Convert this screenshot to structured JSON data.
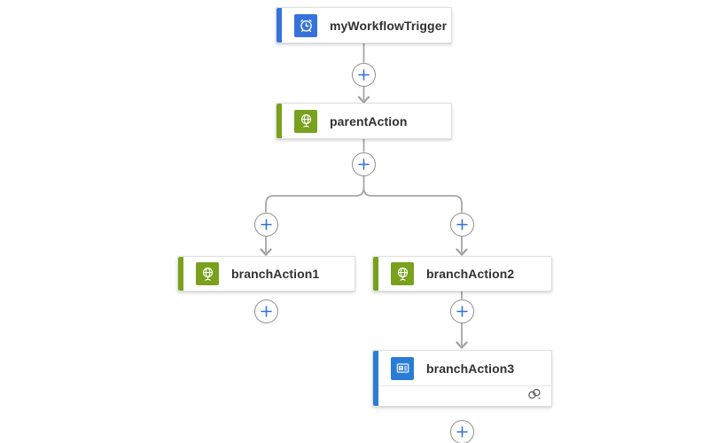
{
  "app": {
    "name": "workflow designer canvas",
    "background": "#ffffff"
  },
  "colors": {
    "connector_line": "#a8a6a4",
    "arrowhead": "#a19f9d",
    "plus_sign": "#2f6fd8",
    "plus_circle_border": "#8f8d8b",
    "card_border": "#e0e0e0",
    "title_text": "#323130",
    "footer_divider": "#e6e6e6",
    "footer_icon": "#605e5c",
    "trigger_blue": "#3672db",
    "action_green": "#79a11e",
    "connector_blue": "#2b7cd6"
  },
  "plus_button": {
    "symbol": "+"
  },
  "nodes": [
    {
      "label": "myWorkflowTrigger",
      "icon": "alarm-clock-icon",
      "accent_color": "#3672db"
    },
    {
      "label": "parentAction",
      "icon": "globe-icon",
      "accent_color": "#79a11e"
    },
    {
      "label": "branchAction1",
      "icon": "globe-icon",
      "accent_color": "#79a11e"
    },
    {
      "label": "branchAction2",
      "icon": "globe-icon",
      "accent_color": "#79a11e"
    },
    {
      "label": "branchAction3",
      "icon": "outlook-icon",
      "accent_color": "#2b7cd6",
      "footer_icon": "connection-icon"
    }
  ]
}
